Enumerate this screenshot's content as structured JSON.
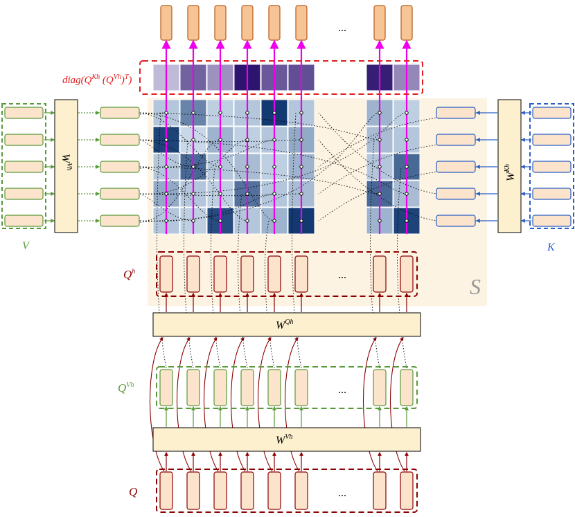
{
  "labels": {
    "diag": "diag(Q",
    "diag_sup1": "Kh",
    "diag_mid": " (Q",
    "diag_sup2": "Vh",
    "diag_end": ")",
    "diag_sup3": "T",
    "diag_close": ")",
    "V": "V",
    "K": "K",
    "S": "S",
    "Qh": "Q",
    "Qh_sup": "h",
    "QVh": "Q",
    "QVh_sup": "Vh",
    "Q": "Q",
    "WVh": "W",
    "WVh_sup": "Vh",
    "WKh": "W",
    "WKh_sup": "Kh",
    "WQh": "W",
    "WQh_sup": "Qh",
    "WVh2": "W",
    "WVh2_sup": "Vh",
    "ellipsis": "..."
  },
  "colors": {
    "orange_fill": "#f7c496",
    "orange_stroke": "#b55a1a",
    "light_box": "#fbe3cc",
    "dark_red": "#8b0000",
    "green": "#5a9a3a",
    "blue": "#2a5fc4",
    "red_dash": "#e21b1b",
    "magenta": "#ee00ee",
    "s_region": "#fdf3e2",
    "weight_fill": "#fdf0cf"
  },
  "diag_vector": {
    "shades": [
      0.15,
      0.6,
      0.35,
      1.0,
      0.65,
      0.7,
      0.95,
      0.4
    ]
  },
  "score_matrix": {
    "rows": [
      [
        0.2,
        0.55,
        0.15,
        0.2,
        0.95,
        0.2,
        0.3,
        0.15
      ],
      [
        0.9,
        0.1,
        0.3,
        0.15,
        0.2,
        0.35,
        0.25,
        0.2
      ],
      [
        0.2,
        0.7,
        0.2,
        0.25,
        0.15,
        0.3,
        0.2,
        0.7
      ],
      [
        0.35,
        0.2,
        0.15,
        0.65,
        0.2,
        0.25,
        0.7,
        0.25
      ],
      [
        0.2,
        0.15,
        0.85,
        0.2,
        0.3,
        0.95,
        0.3,
        0.9
      ]
    ]
  }
}
